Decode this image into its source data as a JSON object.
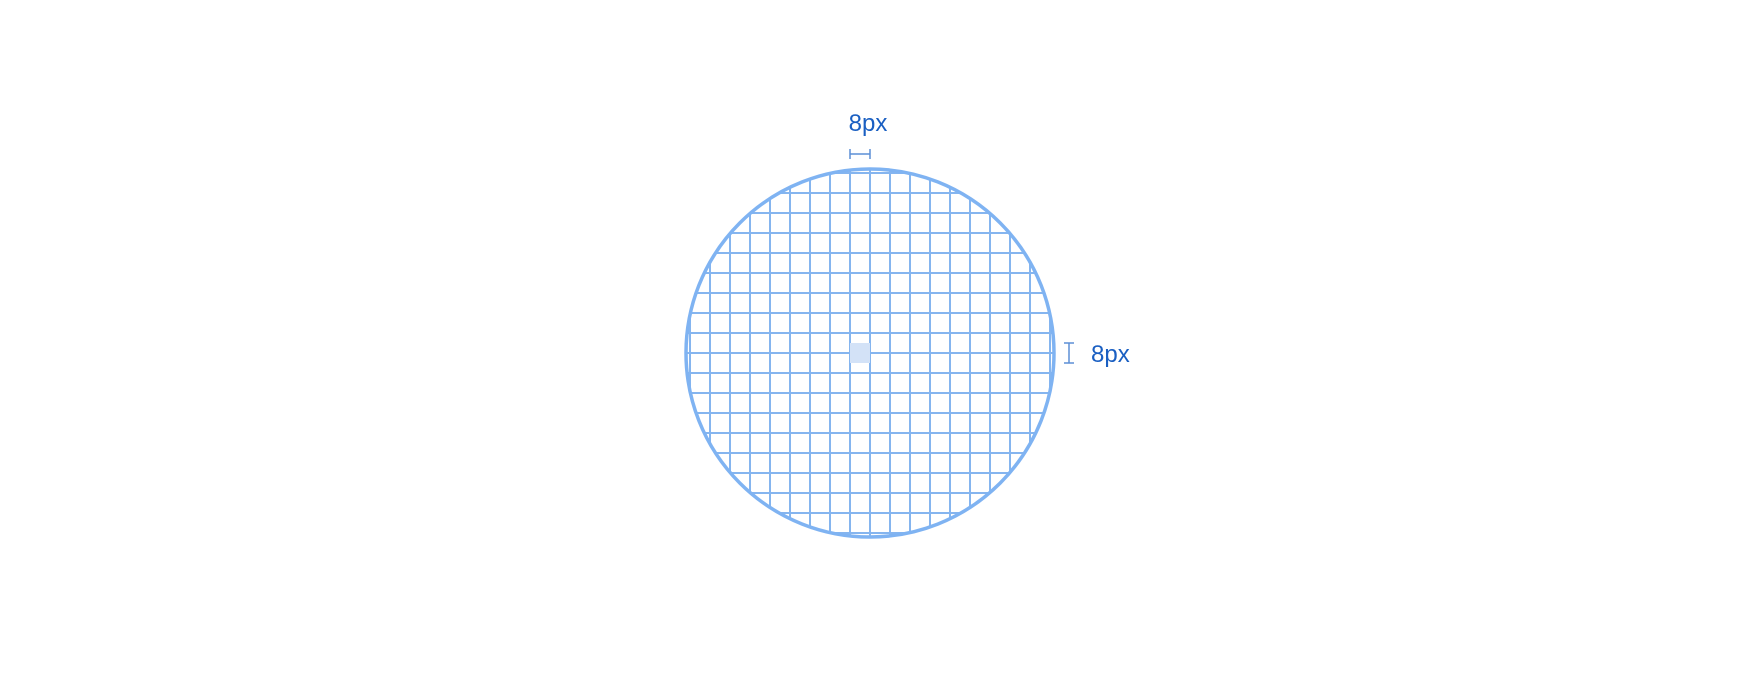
{
  "diagram": {
    "grid_unit_label_horizontal": "8px",
    "grid_unit_label_vertical": "8px",
    "grid_unit": 8,
    "highlighted_cell": "center",
    "colors": {
      "circle_stroke": "#7fb3f2",
      "grid_line": "#85b5ef",
      "highlight_fill": "#d3e2f7",
      "dimension_marker": "#5c8fd6",
      "label_text": "#1a5fc2",
      "background": "#ffffff"
    }
  }
}
